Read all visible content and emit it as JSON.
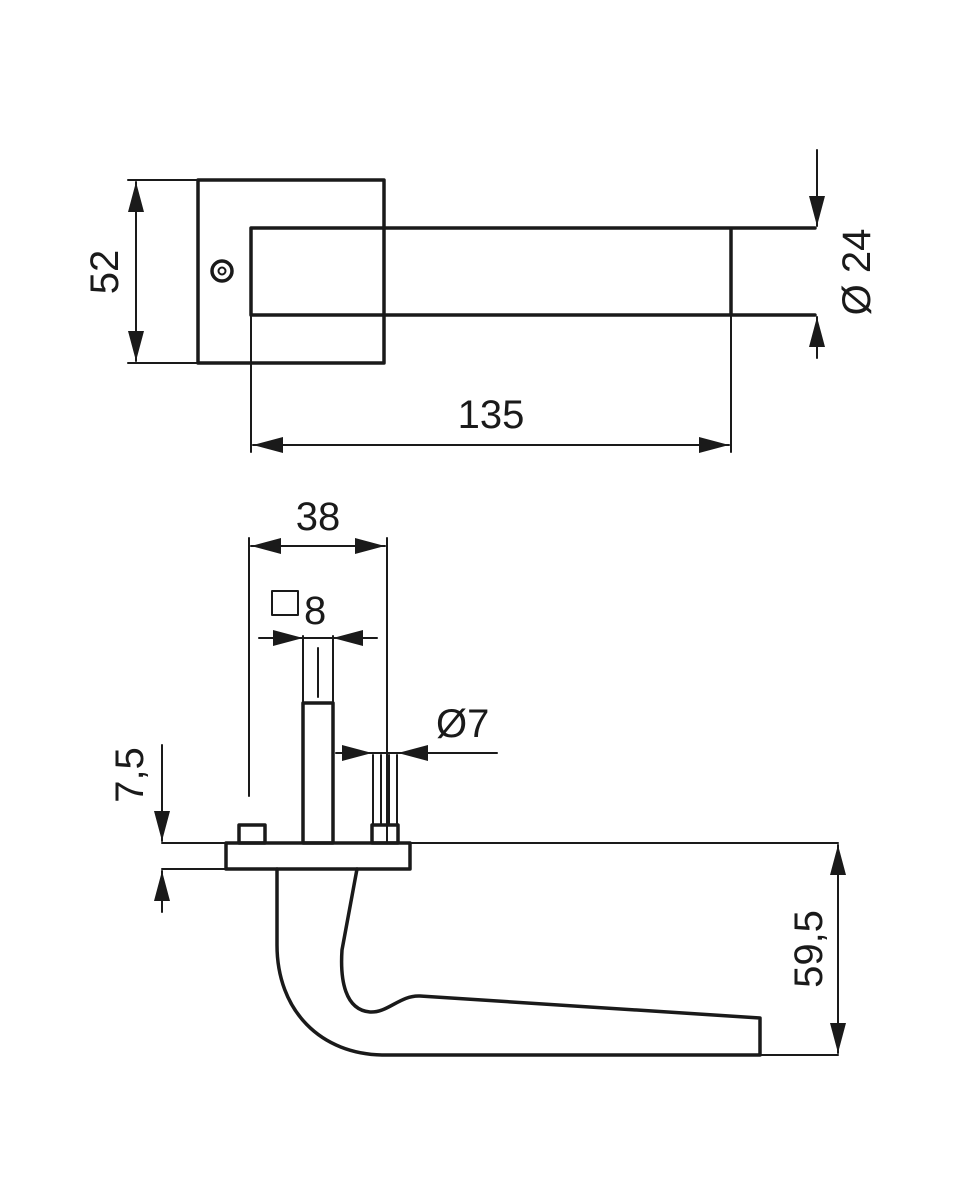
{
  "dimensions": {
    "top_view": {
      "height": "52",
      "length": "135",
      "diameter": "Ø 24"
    },
    "side_view": {
      "rose_depth": "38",
      "spindle_square": "8",
      "screw_diameter": "Ø7",
      "rose_thickness": "7,5",
      "handle_height": "59,5"
    }
  },
  "icons": {
    "square_symbol": "square-icon"
  },
  "colors": {
    "line": "#1a1a1a",
    "background": "#ffffff"
  }
}
